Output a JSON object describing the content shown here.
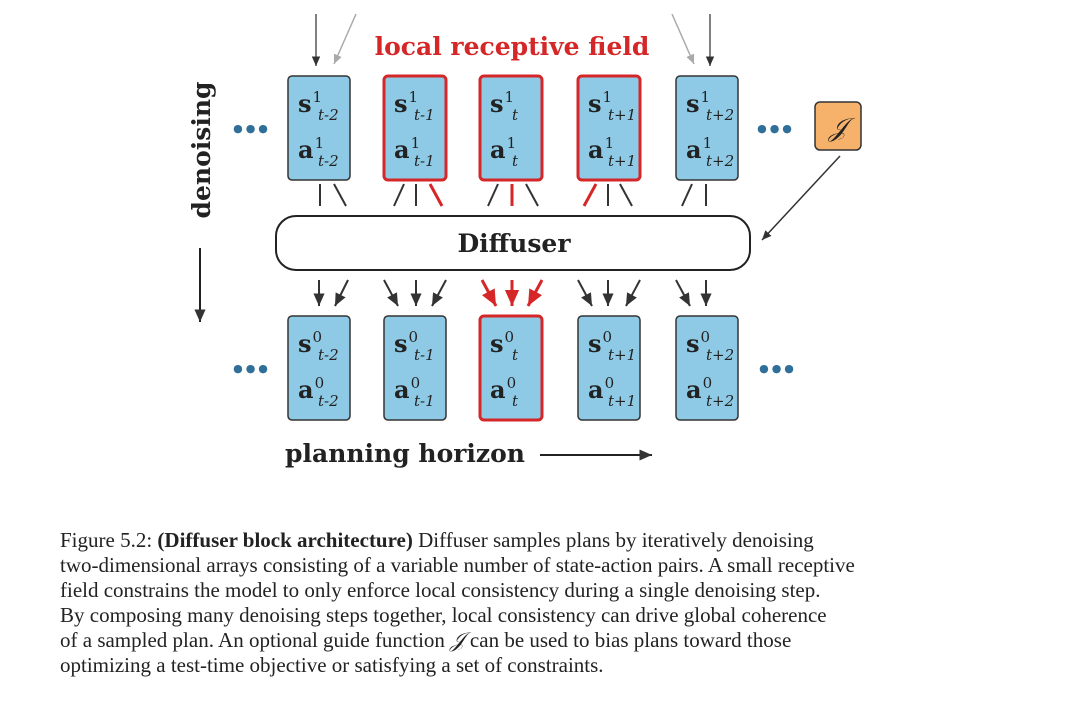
{
  "diagram": {
    "top_label": "local receptive field",
    "side_label": "denoising",
    "diffuser_label": "Diffuser",
    "bottom_label": "planning horizon",
    "guide_label": "𝒥",
    "ellipsis": "●●●",
    "top_row": [
      {
        "s": "s",
        "s_sup": "1",
        "s_sub": "t-2",
        "a": "a",
        "a_sup": "1",
        "a_sub": "t-2",
        "highlight": false
      },
      {
        "s": "s",
        "s_sup": "1",
        "s_sub": "t-1",
        "a": "a",
        "a_sup": "1",
        "a_sub": "t-1",
        "highlight": true
      },
      {
        "s": "s",
        "s_sup": "1",
        "s_sub": "t",
        "a": "a",
        "a_sup": "1",
        "a_sub": "t",
        "highlight": true
      },
      {
        "s": "s",
        "s_sup": "1",
        "s_sub": "t+1",
        "a": "a",
        "a_sup": "1",
        "a_sub": "t+1",
        "highlight": true
      },
      {
        "s": "s",
        "s_sup": "1",
        "s_sub": "t+2",
        "a": "a",
        "a_sup": "1",
        "a_sub": "t+2",
        "highlight": false
      }
    ],
    "bottom_row": [
      {
        "s": "s",
        "s_sup": "0",
        "s_sub": "t-2",
        "a": "a",
        "a_sup": "0",
        "a_sub": "t-2",
        "highlight": false
      },
      {
        "s": "s",
        "s_sup": "0",
        "s_sub": "t-1",
        "a": "a",
        "a_sup": "0",
        "a_sub": "t-1",
        "highlight": false
      },
      {
        "s": "s",
        "s_sup": "0",
        "s_sub": "t",
        "a": "a",
        "a_sup": "0",
        "a_sub": "t",
        "highlight": true
      },
      {
        "s": "s",
        "s_sup": "0",
        "s_sub": "t+1",
        "a": "a",
        "a_sup": "0",
        "a_sub": "t+1",
        "highlight": false
      },
      {
        "s": "s",
        "s_sup": "0",
        "s_sub": "t+2",
        "a": "a",
        "a_sup": "0",
        "a_sub": "t+2",
        "highlight": false
      }
    ],
    "colors": {
      "cell_fill": "#8ecae6",
      "cell_border": "#333333",
      "highlight": "#d62728",
      "guide_fill": "#f6b26b",
      "arrow": "#333333"
    }
  },
  "caption": {
    "prefix": "Figure 5.2: ",
    "bold": "(Diffuser block architecture)",
    "line1_rest": " Diffuser samples plans by iteratively denoising",
    "line2": "two-dimensional arrays consisting of a variable number of state-action pairs. A small receptive",
    "line3": "field constrains the model to only enforce local consistency during a single denoising step.",
    "line4": "By composing many denoising steps together, local consistency can drive global coherence",
    "line5a": "of a sampled plan. An optional guide function ",
    "line5_sym": "𝒥",
    "line5b": " can be used to bias plans toward those",
    "line6": "optimizing a test-time objective or satisfying a set of constraints."
  }
}
